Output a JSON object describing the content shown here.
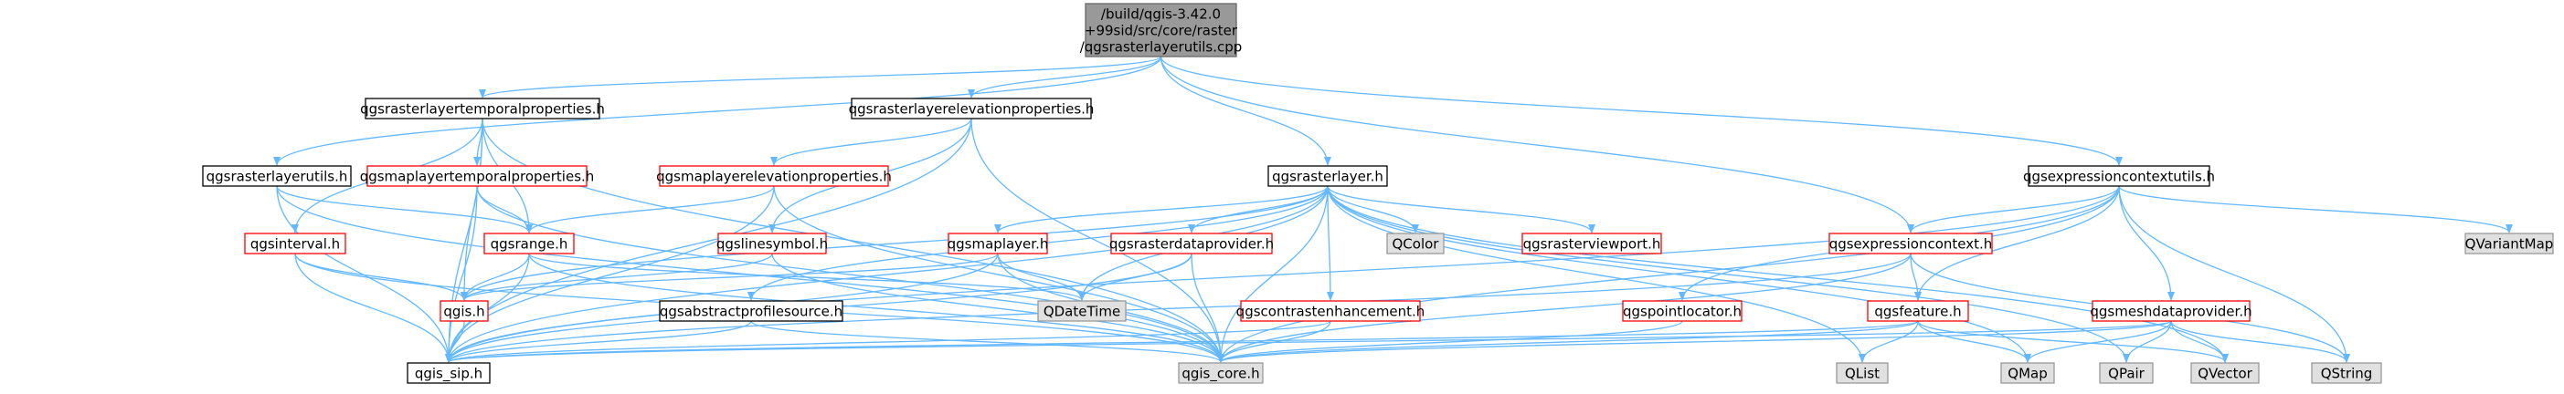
{
  "colors": {
    "edge": "#63b8ff",
    "root_fill": "#999999",
    "root_stroke": "#666666",
    "doc_fill": "#ffffff",
    "doc_stroke": "#000000",
    "nodoc_fill": "#ffffff",
    "nodoc_stroke": "#ff0000",
    "ext_fill": "#e0e0e0",
    "ext_stroke": "#999999"
  },
  "nodes": [
    {
      "id": "root",
      "kind": "root",
      "lines": [
        "/build/qgis-3.42.0",
        "+99sid/src/core/raster",
        "/qgsrasterlayerutils.cpp"
      ]
    },
    {
      "id": "rlTemporal",
      "kind": "doc",
      "lines": [
        "qgsrasterlayertemporalproperties.h"
      ]
    },
    {
      "id": "rlElevation",
      "kind": "doc",
      "lines": [
        "qgsrasterlayerelevationproperties.h"
      ]
    },
    {
      "id": "rasterlayer",
      "kind": "doc",
      "lines": [
        "qgsrasterlayer.h"
      ]
    },
    {
      "id": "exprUtils",
      "kind": "doc",
      "lines": [
        "qgsexpressioncontextutils.h"
      ]
    },
    {
      "id": "rlUtils",
      "kind": "doc",
      "lines": [
        "qgsrasterlayerutils.h"
      ]
    },
    {
      "id": "mlTemporal",
      "kind": "nodoc",
      "lines": [
        "qgsmaplayertemporalproperties.h"
      ]
    },
    {
      "id": "mlElevation",
      "kind": "nodoc",
      "lines": [
        "qgsmaplayerelevationproperties.h"
      ]
    },
    {
      "id": "qgsinterval",
      "kind": "nodoc",
      "lines": [
        "qgsinterval.h"
      ]
    },
    {
      "id": "qgsrange",
      "kind": "nodoc",
      "lines": [
        "qgsrange.h"
      ]
    },
    {
      "id": "linesymbol",
      "kind": "nodoc",
      "lines": [
        "qgslinesymbol.h"
      ]
    },
    {
      "id": "maplayer",
      "kind": "nodoc",
      "lines": [
        "qgsmaplayer.h"
      ]
    },
    {
      "id": "dataprovider",
      "kind": "nodoc",
      "lines": [
        "qgsrasterdataprovider.h"
      ]
    },
    {
      "id": "qcolor",
      "kind": "ext",
      "lines": [
        "QColor"
      ]
    },
    {
      "id": "viewport",
      "kind": "nodoc",
      "lines": [
        "qgsrasterviewport.h"
      ]
    },
    {
      "id": "exprContext",
      "kind": "nodoc",
      "lines": [
        "qgsexpressioncontext.h"
      ]
    },
    {
      "id": "qvariantmap",
      "kind": "ext",
      "lines": [
        "QVariantMap"
      ]
    },
    {
      "id": "qgis",
      "kind": "nodoc",
      "lines": [
        "qgis.h"
      ]
    },
    {
      "id": "qdatetime",
      "kind": "ext",
      "lines": [
        "QDateTime"
      ]
    },
    {
      "id": "absProfile",
      "kind": "doc",
      "lines": [
        "qgsabstractprofilesource.h"
      ]
    },
    {
      "id": "contrast",
      "kind": "nodoc",
      "lines": [
        "qgscontrastenhancement.h"
      ]
    },
    {
      "id": "pointlocator",
      "kind": "nodoc",
      "lines": [
        "qgspointlocator.h"
      ]
    },
    {
      "id": "feature",
      "kind": "nodoc",
      "lines": [
        "qgsfeature.h"
      ]
    },
    {
      "id": "meshprovider",
      "kind": "nodoc",
      "lines": [
        "qgsmeshdataprovider.h"
      ]
    },
    {
      "id": "sip",
      "kind": "doc",
      "lines": [
        "qgis_sip.h"
      ]
    },
    {
      "id": "core",
      "kind": "ext",
      "lines": [
        "qgis_core.h"
      ]
    },
    {
      "id": "qlist",
      "kind": "ext",
      "lines": [
        "QList"
      ]
    },
    {
      "id": "qmap",
      "kind": "ext",
      "lines": [
        "QMap"
      ]
    },
    {
      "id": "qpair",
      "kind": "ext",
      "lines": [
        "QPair"
      ]
    },
    {
      "id": "qvector",
      "kind": "ext",
      "lines": [
        "QVector"
      ]
    },
    {
      "id": "qstring",
      "kind": "ext",
      "lines": [
        "QString"
      ]
    }
  ],
  "edges": [
    [
      "root",
      "rlTemporal"
    ],
    [
      "root",
      "rlElevation"
    ],
    [
      "root",
      "rasterlayer"
    ],
    [
      "root",
      "exprUtils"
    ],
    [
      "root",
      "rlUtils"
    ],
    [
      "root",
      "exprContext"
    ],
    [
      "rlTemporal",
      "mlTemporal"
    ],
    [
      "rlTemporal",
      "qgsrange"
    ],
    [
      "rlTemporal",
      "qgsinterval"
    ],
    [
      "rlTemporal",
      "sip"
    ],
    [
      "rlTemporal",
      "core"
    ],
    [
      "rlTemporal",
      "qgis"
    ],
    [
      "rlElevation",
      "mlElevation"
    ],
    [
      "rlElevation",
      "linesymbol"
    ],
    [
      "rlElevation",
      "sip"
    ],
    [
      "rlElevation",
      "core"
    ],
    [
      "rlUtils",
      "qgsrange"
    ],
    [
      "rlUtils",
      "sip"
    ],
    [
      "rlUtils",
      "core"
    ],
    [
      "mlTemporal",
      "qgsrange"
    ],
    [
      "mlTemporal",
      "sip"
    ],
    [
      "mlTemporal",
      "core"
    ],
    [
      "mlElevation",
      "qgsrange"
    ],
    [
      "mlElevation",
      "sip"
    ],
    [
      "mlElevation",
      "core"
    ],
    [
      "qgsinterval",
      "qgis"
    ],
    [
      "qgsinterval",
      "sip"
    ],
    [
      "qgsinterval",
      "core"
    ],
    [
      "qgsrange",
      "qgis"
    ],
    [
      "qgsrange",
      "sip"
    ],
    [
      "qgsrange",
      "core"
    ],
    [
      "qgsrange",
      "qdatetime"
    ],
    [
      "linesymbol",
      "qgis"
    ],
    [
      "linesymbol",
      "core"
    ],
    [
      "rasterlayer",
      "maplayer"
    ],
    [
      "rasterlayer",
      "dataprovider"
    ],
    [
      "rasterlayer",
      "qcolor"
    ],
    [
      "rasterlayer",
      "viewport"
    ],
    [
      "rasterlayer",
      "contrast"
    ],
    [
      "rasterlayer",
      "qgis"
    ],
    [
      "rasterlayer",
      "sip"
    ],
    [
      "rasterlayer",
      "core"
    ],
    [
      "rasterlayer",
      "qdatetime"
    ],
    [
      "rasterlayer",
      "qlist"
    ],
    [
      "rasterlayer",
      "qmap"
    ],
    [
      "rasterlayer",
      "qpair"
    ],
    [
      "rasterlayer",
      "qvector"
    ],
    [
      "rasterlayer",
      "absProfile"
    ],
    [
      "maplayer",
      "qgis"
    ],
    [
      "maplayer",
      "sip"
    ],
    [
      "maplayer",
      "core"
    ],
    [
      "maplayer",
      "qdatetime"
    ],
    [
      "dataprovider",
      "core"
    ],
    [
      "dataprovider",
      "sip"
    ],
    [
      "dataprovider",
      "qdatetime"
    ],
    [
      "absProfile",
      "sip"
    ],
    [
      "absProfile",
      "core"
    ],
    [
      "contrast",
      "sip"
    ],
    [
      "contrast",
      "core"
    ],
    [
      "qgis",
      "sip"
    ],
    [
      "exprUtils",
      "exprContext"
    ],
    [
      "exprUtils",
      "pointlocator"
    ],
    [
      "exprUtils",
      "feature"
    ],
    [
      "exprUtils",
      "meshprovider"
    ],
    [
      "exprUtils",
      "core"
    ],
    [
      "exprUtils",
      "qvariantmap"
    ],
    [
      "exprUtils",
      "qstring"
    ],
    [
      "exprUtils",
      "sip"
    ],
    [
      "exprContext",
      "feature"
    ],
    [
      "exprContext",
      "core"
    ],
    [
      "exprContext",
      "sip"
    ],
    [
      "exprContext",
      "qstring"
    ],
    [
      "pointlocator",
      "core"
    ],
    [
      "feature",
      "core"
    ],
    [
      "feature",
      "qmap"
    ],
    [
      "feature",
      "qlist"
    ],
    [
      "feature",
      "qvector"
    ],
    [
      "feature",
      "sip"
    ],
    [
      "meshprovider",
      "core"
    ],
    [
      "meshprovider",
      "qmap"
    ],
    [
      "meshprovider",
      "qpair"
    ],
    [
      "meshprovider",
      "qvector"
    ],
    [
      "meshprovider",
      "qstring"
    ],
    [
      "meshprovider",
      "sip"
    ]
  ]
}
